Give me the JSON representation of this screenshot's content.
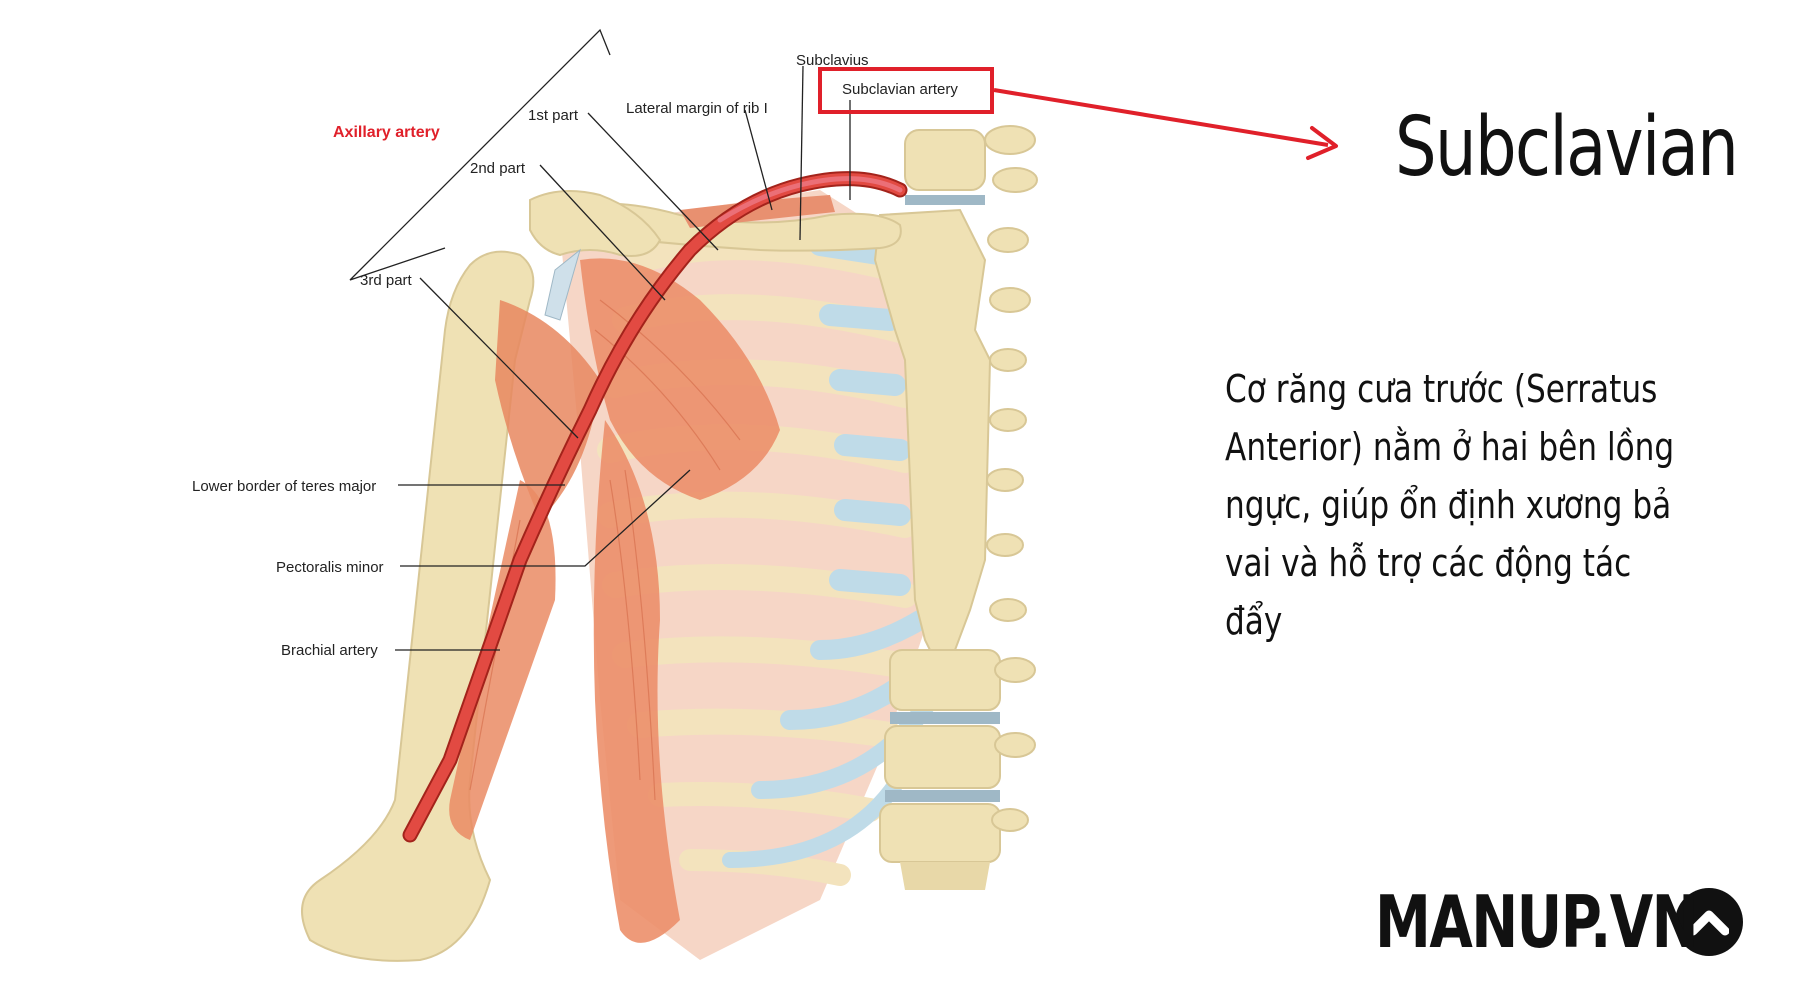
{
  "heading": "Subclavian",
  "description": "Cơ răng cưa trước (Serratus Anterior) nằm ở hai bên lồng ngực, giúp ổn định xương bả vai và hỗ trợ các động tác đẩy",
  "brand": {
    "name": "MANUP.VN",
    "icon": "chevron-up-icon"
  },
  "labels": {
    "axillary_artery": "Axillary artery",
    "first_part": "1st part",
    "second_part": "2nd part",
    "third_part": "3rd part",
    "lateral_margin": "Lateral margin of rib I",
    "subclavius": "Subclavius",
    "subclavian_artery": "Subclavian artery",
    "lower_border": "Lower border of teres major",
    "pectoralis_minor": "Pectoralis minor",
    "brachial_artery": "Brachial artery"
  },
  "colors": {
    "highlight": "#e0202a",
    "muscle": "#ec8f6a",
    "bone": "#efe1b4",
    "cartilage": "#bfdbe8",
    "artery": "#e24a42"
  }
}
